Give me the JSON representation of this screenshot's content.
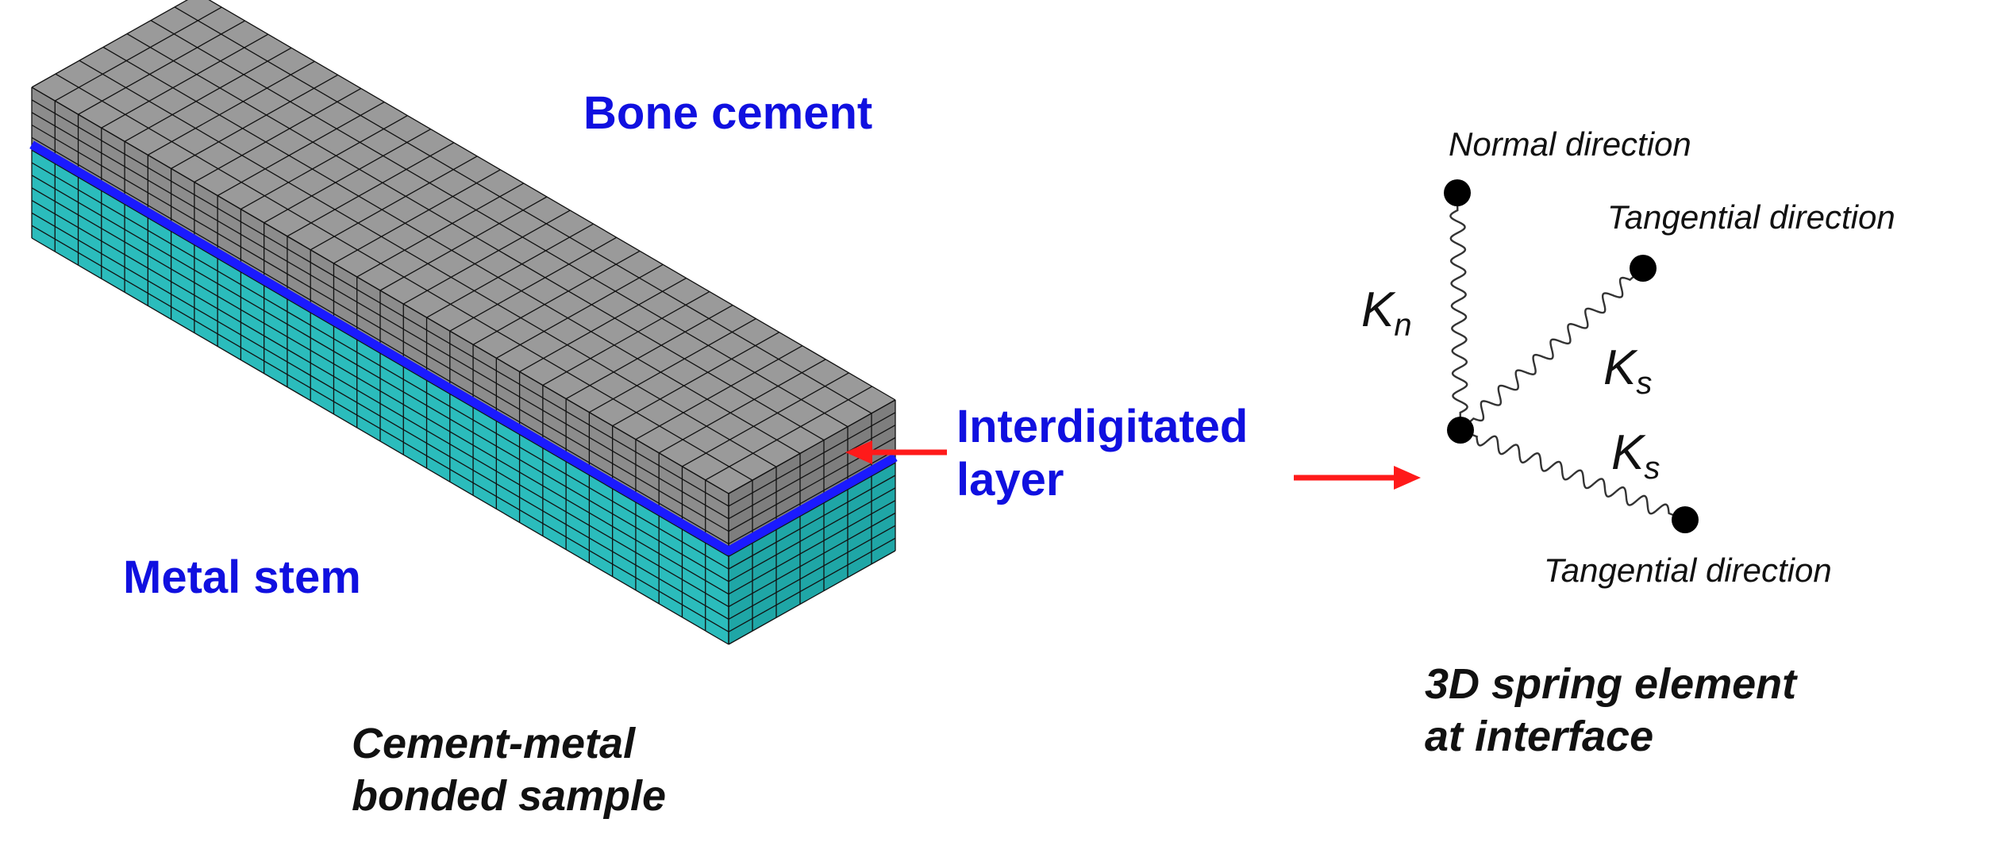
{
  "block": {
    "top_label": "Bone cement",
    "bottom_label": "Metal stem",
    "layer_label_line1": "Interdigitated",
    "layer_label_line2": "layer",
    "caption_line1": "Cement-metal",
    "caption_line2": "bonded sample",
    "colors": {
      "cement": "#8c8c8c",
      "metal": "#2bbcbc",
      "layer": "#1a1aff",
      "grid": "#111111"
    }
  },
  "spring": {
    "normal_label": "Normal direction",
    "tangential_label_1": "Tangential direction",
    "tangential_label_2": "Tangential direction",
    "kn_symbol": "K",
    "kn_subscript": "n",
    "ks1_symbol": "K",
    "ks1_subscript": "s",
    "ks2_symbol": "K",
    "ks2_subscript": "s",
    "caption_line1": "3D spring element",
    "caption_line2": "at interface"
  },
  "arrow_color": "#ff1a1a"
}
